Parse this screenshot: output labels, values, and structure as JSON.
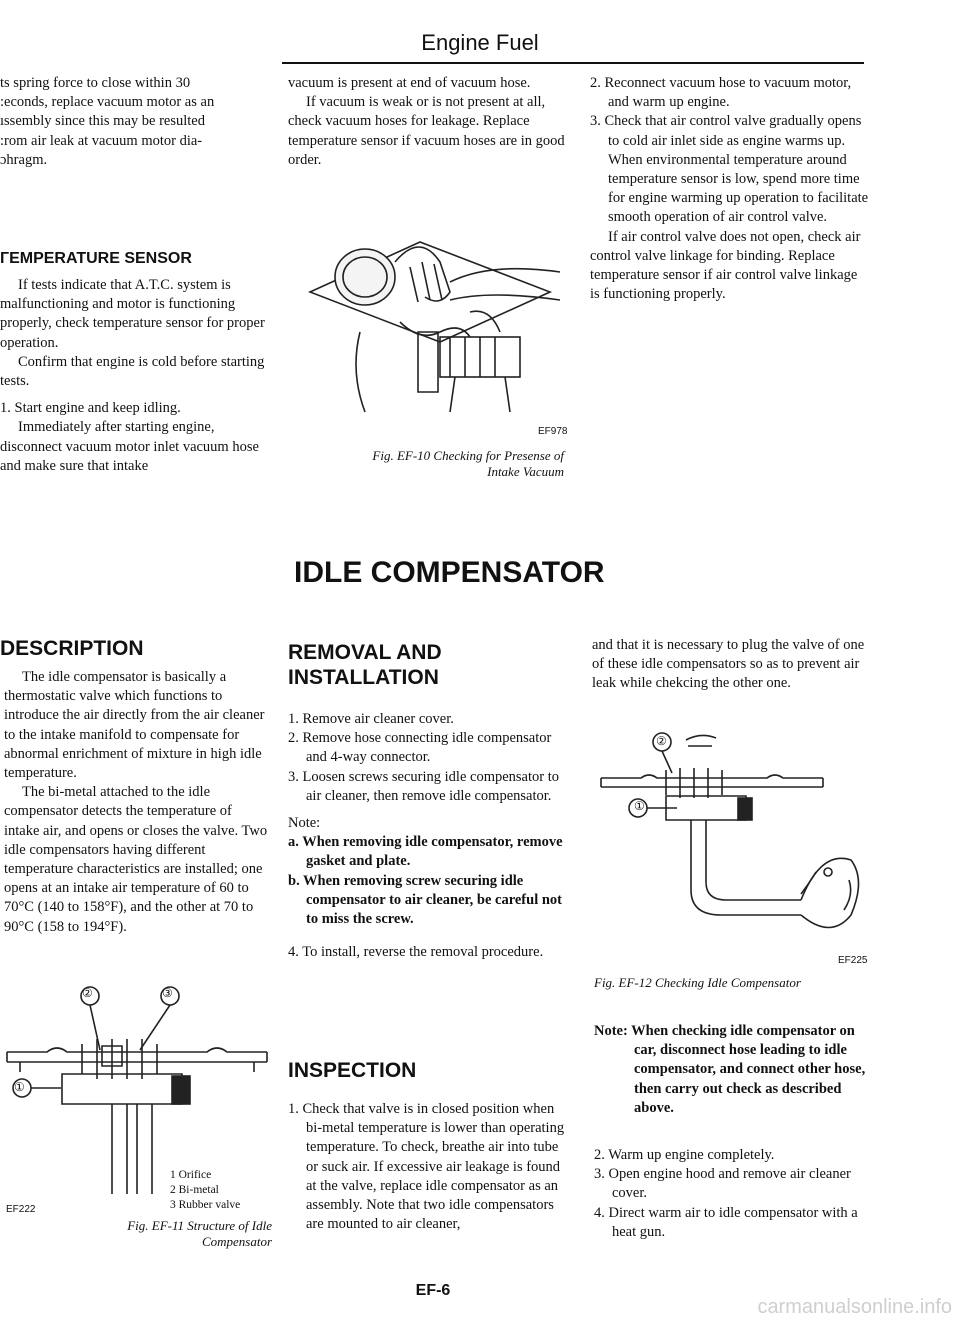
{
  "header": {
    "title": "Engine Fuel",
    "page_number": "EF-6",
    "watermark": "carmanualsonline.info"
  },
  "col1_top": {
    "lines": [
      "ts spring force to close within 30",
      ":econds, replace vacuum motor as an",
      "ıssembly since this may be resulted",
      ":rom air leak at vacuum motor dia-",
      "ɔhragm."
    ],
    "heading": "ГEMPERATURE SENSOR",
    "p1": "If tests indicate that A.T.C. system is malfunctioning and motor is functioning properly, check temperature sensor for proper operation.",
    "p2": "Confirm that engine is cold before starting tests.",
    "step1": "1.  Start engine and keep idling.",
    "p3": "Immediately after starting engine, disconnect vacuum motor inlet vacuum hose and make sure that intake"
  },
  "col2_top": {
    "p1": "vacuum is present at end of vacuum hose.",
    "p2": "If vacuum is weak or is not present at all, check vacuum hoses for leakage. Replace temperature sensor if vacuum hoses are in good order.",
    "fig_code": "EF978",
    "fig_caption_1": "Fig. EF-10  Checking for Presense of",
    "fig_caption_2": "Intake Vacuum"
  },
  "col3_top": {
    "step2": "2.  Reconnect vacuum hose to vacuum motor, and warm up engine.",
    "step3": "3.  Check that air control valve gradually opens to cold air inlet side as engine warms up. When environmental temperature around temperature sensor is low, spend more time for engine warming up operation to facilitate smooth operation of air control valve.",
    "p1": "If air control valve does not open, check air control valve linkage for binding. Replace temperature sensor if air control valve linkage is functioning properly."
  },
  "section_title": "IDLE COMPENSATOR",
  "description": {
    "heading": "DESCRIPTION",
    "p1": "The idle compensator is basically a thermostatic valve which functions to introduce the air directly from the air cleaner to the intake manifold to compensate for abnormal enrichment of mixture in high idle temperature.",
    "p2": "The bi-metal attached to the idle compensator detects the temperature of intake air, and opens or closes the valve. Two idle compensators having different temperature characteristics are installed; one opens at an intake air temperature of 60 to 70°C (140 to 158°F), and the other at 70 to 90°C (158 to 194°F).",
    "fig_code": "EF222",
    "callouts": [
      "②",
      "③",
      "①"
    ],
    "legend": [
      "1  Orifice",
      "2  Bi-metal",
      "3  Rubber valve"
    ],
    "fig_caption_1": "Fig. EF-11  Structure of Idle",
    "fig_caption_2": "Compensator"
  },
  "removal": {
    "heading_1": "REMOVAL AND",
    "heading_2": "INSTALLATION",
    "step1": "1.  Remove air cleaner cover.",
    "step2": "2.  Remove hose connecting idle compensator and 4-way connector.",
    "step3": "3.  Loosen screws securing idle compensator to air cleaner, then remove idle compensator.",
    "note_label": "Note:",
    "note_a": "a.  When removing idle compensator, remove gasket and plate.",
    "note_b": "b.  When removing screw securing idle compensator to air cleaner, be careful not to miss the screw.",
    "step4": "4.  To install, reverse the removal procedure."
  },
  "inspection": {
    "heading": "INSPECTION",
    "step1": "1.  Check that valve is in closed position when bi-metal temperature is lower than operating temperature. To check, breathe air into tube or suck air. If excessive air leakage is found at the valve, replace idle compensator as an assembly. Note that two idle compensators are mounted to air cleaner,"
  },
  "col3_bottom": {
    "p1": "and that it is necessary to plug the valve of one of these idle compensators so as to prevent air leak while chekcing the other one.",
    "fig_code": "EF225",
    "callouts": [
      "②",
      "①"
    ],
    "fig_caption": "Fig. EF-12  Checking Idle Compensator",
    "note": "Note: When checking idle compensator on car, disconnect hose leading to idle compensator, and connect other hose, then carry out check as described above.",
    "step2": "2.  Warm up engine completely.",
    "step3": "3.  Open engine hood and remove air cleaner cover.",
    "step4": "4.  Direct warm air to idle compensator with a heat gun."
  }
}
